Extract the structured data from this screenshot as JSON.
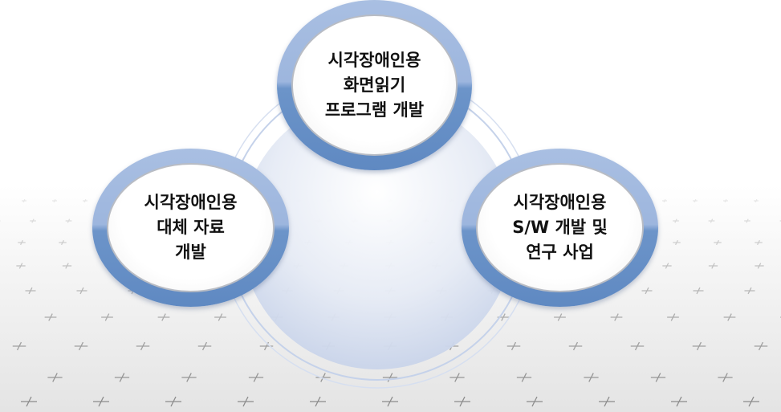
{
  "nodes": [
    {
      "id": "top",
      "lines": [
        "시각장애인용",
        "화면읽기",
        "프로그램 개발"
      ]
    },
    {
      "id": "left",
      "lines": [
        "시각장애인용",
        "대체 자료",
        "개발"
      ]
    },
    {
      "id": "right",
      "lines": [
        "시각장애인용",
        "S/W 개발 및",
        "연구 사업"
      ]
    }
  ],
  "colors": {
    "ring_light": "#a9bfe2",
    "ring_dark": "#6c94c9",
    "center": "#dfe6f3"
  }
}
